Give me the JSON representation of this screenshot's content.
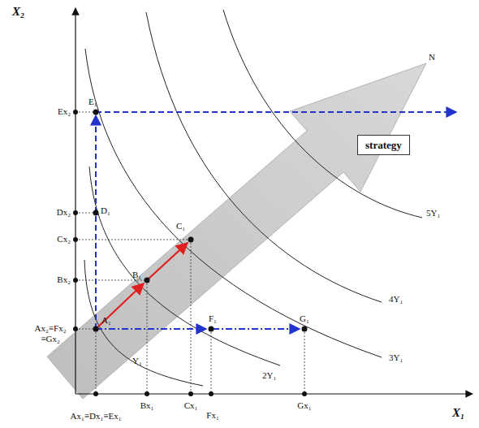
{
  "diagram": {
    "nodes": [
      {
        "text": [
          "strategy"
        ]
      }
    ],
    "labels": [
      "X₂",
      "Ex₂",
      "E₁",
      "Dx₂",
      "D₁",
      "Cx₂",
      "C₁",
      "Bx₂",
      "B₁",
      "Ax₂≡Fx₂ ≡Gx₂",
      "A₁",
      "F₁",
      "G₁",
      "N",
      "5Y₁",
      "4Y₁",
      "3Y₁",
      "2Y₁",
      "Y₁",
      "Ax₁≡Dx₁≡Ex₁",
      "Bx₁",
      "Cx₁",
      "Fx₁",
      "Gx₁",
      "X₁"
    ]
  }
}
